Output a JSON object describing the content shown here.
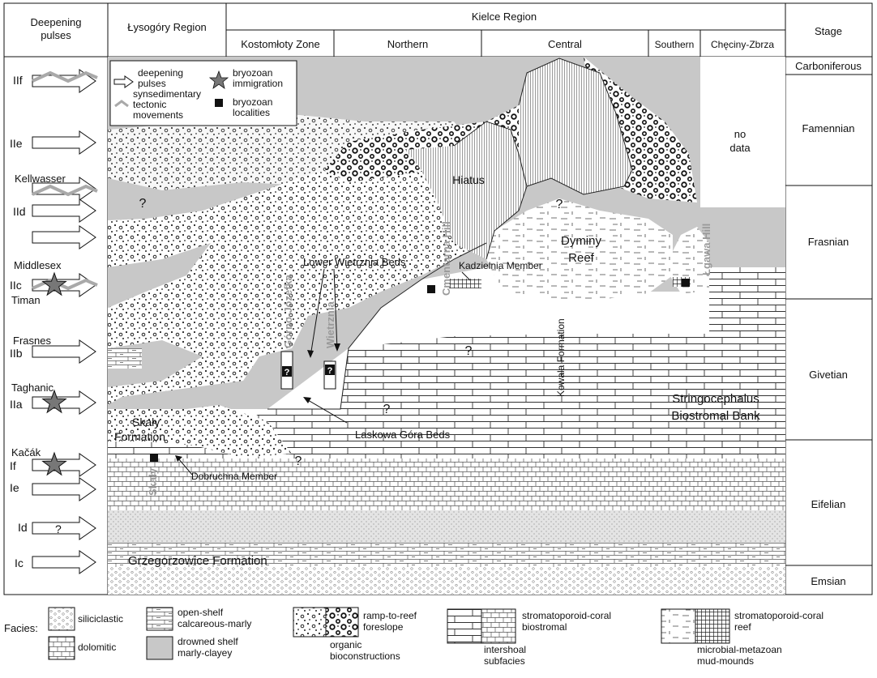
{
  "header": {
    "col_pulses": [
      "Deepening",
      "pulses"
    ],
    "col_lysogory": "Łysogóry Region",
    "col_kielce": "Kielce Region",
    "kielce_sub": [
      "Kostomłoty Zone",
      "Northern",
      "Central",
      "Southern",
      "Chęciny-Zbrza"
    ],
    "col_stage": "Stage"
  },
  "stages": [
    "Carboniferous",
    "Famennian",
    "Frasnian",
    "Givetian",
    "Eifelian",
    "Emsian"
  ],
  "pulses": [
    {
      "label": "IIf",
      "tectonic": true
    },
    {
      "label": "IIe"
    },
    {
      "label": "Kellwasser",
      "tectonic": true
    },
    {
      "label": "IId"
    },
    {
      "label": ""
    },
    {
      "label": "Middlesex",
      "star": true,
      "tectonic": true
    },
    {
      "label": "IIc"
    },
    {
      "label": "Timan"
    },
    {
      "label": "Frasnes"
    },
    {
      "label": "IIb"
    },
    {
      "label": "Taghanic",
      "star": true
    },
    {
      "label": "IIa"
    },
    {
      "label": "Kačák",
      "star": true
    },
    {
      "label": "If"
    },
    {
      "label": "Ie"
    },
    {
      "label": "Id"
    },
    {
      "label": "?"
    },
    {
      "label": "Ic"
    }
  ],
  "legend_inset": {
    "deepening": [
      "deepening",
      "pulses"
    ],
    "tectonic": [
      "synsedimentary",
      "tectonic",
      "movements"
    ],
    "immigration": [
      "bryozoan",
      "immigration"
    ],
    "localities": [
      "bryozoan",
      "localities"
    ]
  },
  "labels": {
    "hiatus": "Hiatus",
    "no_data": [
      "no",
      "data"
    ],
    "dyminy": [
      "Dyminy",
      "Reef"
    ],
    "lower_wietrznia": "Lower Wietrznia Beds",
    "kadzielnia": "Kadzielnia Member",
    "kowala": "Kowala Formation",
    "stringocephalus": [
      "Stringocephalus",
      "Biostromal Bank"
    ],
    "laskowa": "Laskowa Góra Beds",
    "skaly_formation": [
      "Skały",
      "Formation"
    ],
    "dobruchna": "Dobruchna Member",
    "grzegorzowice": "Grzegorzowice Formation",
    "cmentarna": "Cmentarna Hill",
    "lgawa": "Łgawa Hill",
    "gorno": "Górno-Józefka",
    "wietrznia": "Wietrznia",
    "skaly": "Skały",
    "q": "?"
  },
  "facies": {
    "title": "Facies:",
    "siliciclastic": "siliciclastic",
    "open_shelf": [
      "open-shelf",
      "calcareous-marly"
    ],
    "dolomitic": "dolomitic",
    "drowned": [
      "drowned shelf",
      "marly-clayey"
    ],
    "ramp": [
      "ramp-to-reef",
      "foreslope"
    ],
    "organic": [
      "organic",
      "bioconstructions"
    ],
    "biostromal": [
      "stromatoporoid-coral",
      "biostromal"
    ],
    "intershoal": [
      "intershoal",
      "subfacies"
    ],
    "reef": [
      "stromatoporoid-coral",
      "reef"
    ],
    "mud": [
      "microbial-metazoan",
      "mud-mounds"
    ]
  },
  "colors": {
    "grey": "#c8c8c8",
    "star": "#777777",
    "tectonic": "#a9a9a9"
  }
}
